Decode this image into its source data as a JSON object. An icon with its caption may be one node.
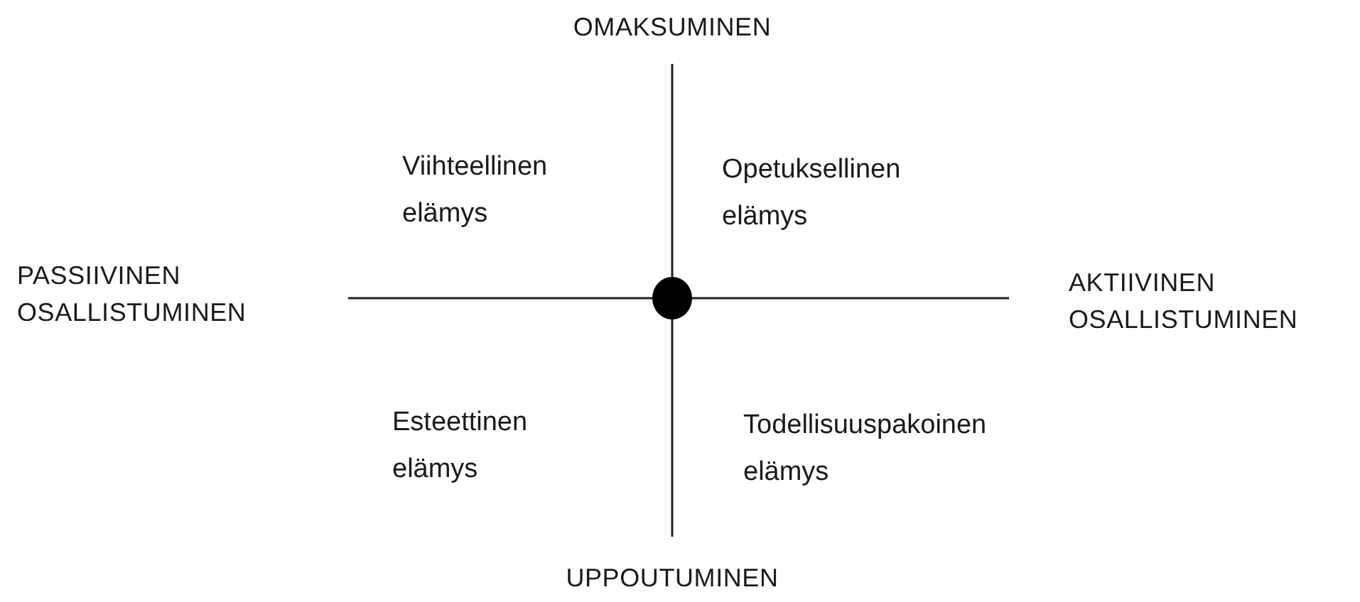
{
  "diagram": {
    "labels": [
      "OMAKSUMINEN",
      "Viihteellinen elämys",
      "Opetuksellinen elämys",
      "PASSIIVINEN OSALLISTUMINEN",
      "AKTIIVINEN OSALLISTUMINEN",
      "Esteettinen elämys",
      "Todellisuuspakoinen elämys",
      "UPPOUTUMINEN"
    ]
  }
}
